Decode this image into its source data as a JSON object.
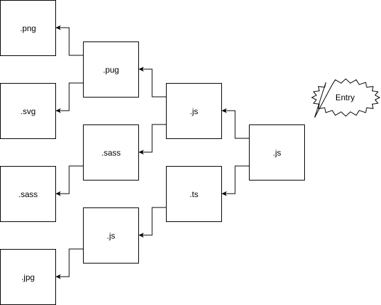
{
  "nodes": {
    "entry_js": ".js",
    "mid_js": ".js",
    "mid_ts": ".ts",
    "pug": ".pug",
    "sass_mid": ".sass",
    "js_low": ".js",
    "png": ".png",
    "svg": ".svg",
    "sass_leaf": ".sass",
    "jpg": ".jpg"
  },
  "callout": {
    "label": "Entry"
  },
  "edges": [
    {
      "from": "entry_js",
      "to": "mid_js"
    },
    {
      "from": "entry_js",
      "to": "mid_ts"
    },
    {
      "from": "mid_js",
      "to": "pug"
    },
    {
      "from": "mid_js",
      "to": "sass_mid"
    },
    {
      "from": "mid_ts",
      "to": "js_low"
    },
    {
      "from": "pug",
      "to": "png"
    },
    {
      "from": "pug",
      "to": "svg"
    },
    {
      "from": "sass_mid",
      "to": "sass_leaf"
    },
    {
      "from": "js_low",
      "to": "jpg"
    }
  ],
  "colors": {
    "stroke": "#000000",
    "fill": "#ffffff"
  }
}
